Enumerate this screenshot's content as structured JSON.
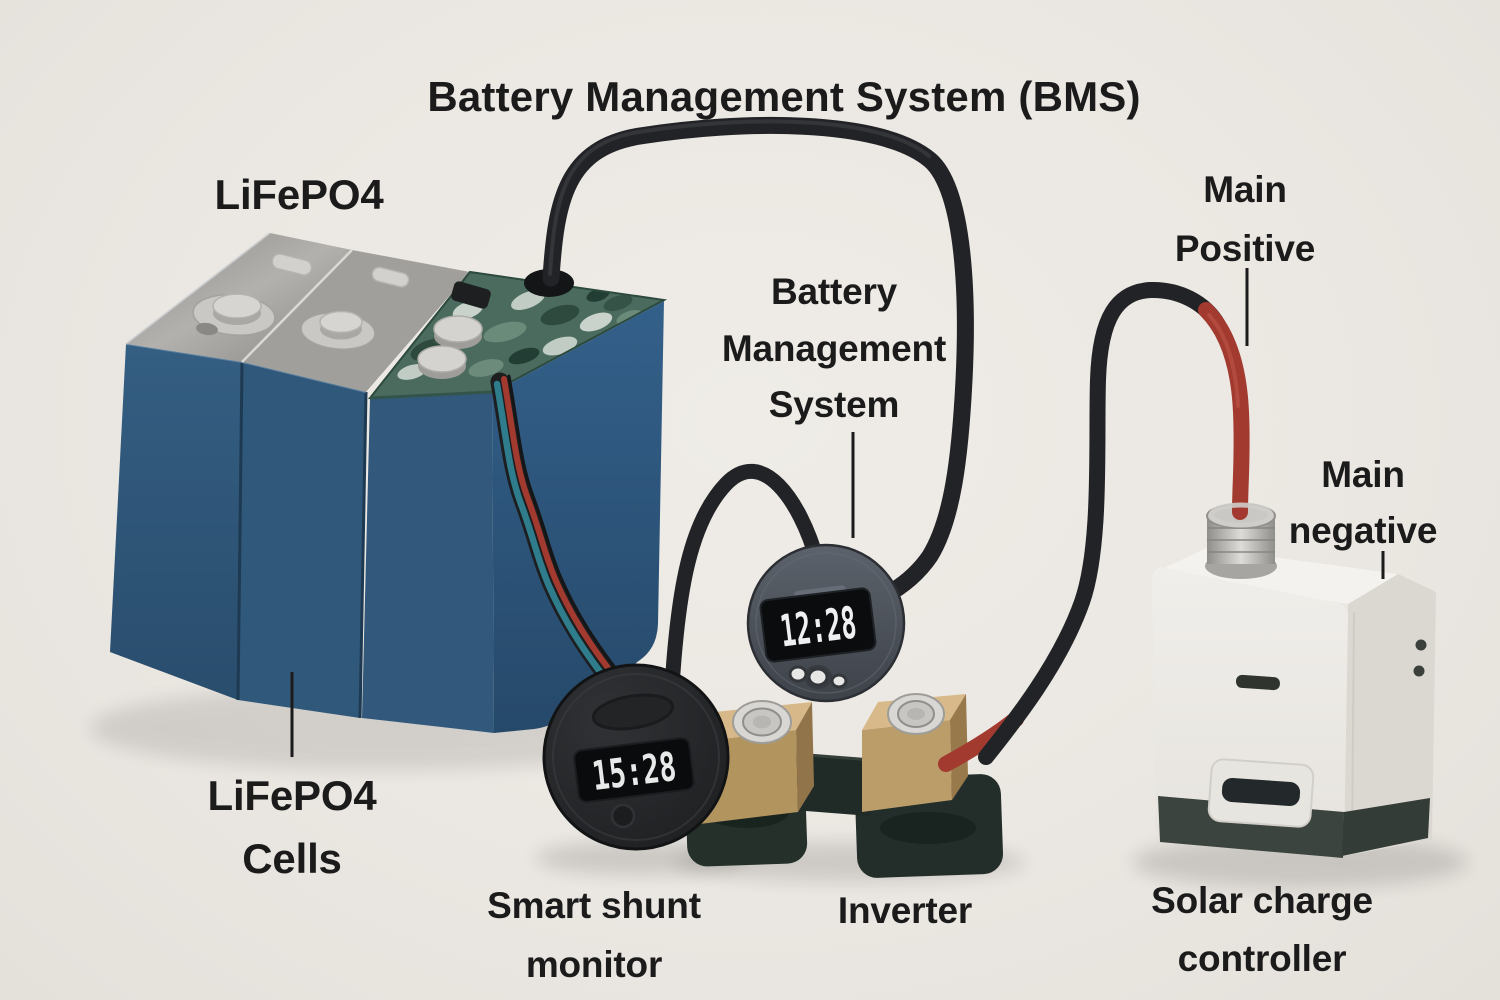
{
  "title": "Battery Management System (BMS)",
  "labels": {
    "battery_chemistry": "LiFePO4",
    "bms_device": "Battery\nManagement\nSystem",
    "main_positive": "Main\nPositive",
    "main_negative": "Main\nnegative",
    "cells": "LiFePO4\nCells",
    "shunt_monitor": "Smart shunt\nmonitor",
    "inverter": "Inverter",
    "solar_controller": "Solar charge\ncontroller"
  },
  "displays": {
    "bms_reading": "12:28",
    "shunt_reading": "15:28"
  },
  "colors": {
    "background": "#ebe7e2",
    "text": "#1b1b1b",
    "battery_blue": "#2e5678",
    "battery_top_gray": "#9b9995",
    "pcb_green": "#4a6b5e",
    "cable_black": "#222326",
    "cable_red": "#a23a2f",
    "wire_teal": "#2f7d8c",
    "brass": "#bb9d6a",
    "device_gray": "#4c535b",
    "shunt_black": "#252628",
    "inverter_dark": "#232e2a",
    "controller_white": "#edebe7"
  }
}
